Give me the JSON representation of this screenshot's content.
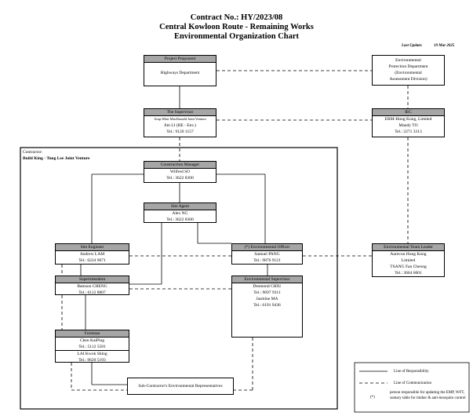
{
  "header": {
    "line1": "Contract No.: HY/2023/08",
    "line2": "Central Kowloon Route - Remaining Works",
    "line3": "Environmental Organization Chart",
    "last_update_label": "Last Update:",
    "last_update_value": "19 Mar 2025"
  },
  "contractor": {
    "label": "Contractor:",
    "name": "Build King - Tung Lee Joint Venture"
  },
  "boxes": {
    "proponent": {
      "title": "Project Proponent",
      "line1": "Highways Department"
    },
    "epd": {
      "line1": "Environmental",
      "line2": "Protection Department",
      "line3": "(Environmental",
      "line4": "Assessment Division)"
    },
    "supervisor": {
      "title": "The Supervisor",
      "line1": "Arup-Mott MacDonald Joint Venture",
      "line2": "Jim LI (RE - Env.)",
      "line3": "Tel.: 9120 1157"
    },
    "iec": {
      "title": "IEC",
      "line1": "ERM-Hong Kong, Limited",
      "line2": "Mandy TO",
      "line3": "Tel.: 2271 3313"
    },
    "construction_manager": {
      "title": "Construction Manager",
      "line1": "Wilfred SO",
      "line2": "Tel.: 3622 8300"
    },
    "site_agent": {
      "title": "Site Agent",
      "line1": "Alex NG",
      "line2": "Tel.: 3622 8300"
    },
    "site_engineer": {
      "title": "Site Engineer",
      "line1": "Andrew LAM",
      "line2": "Tel.: 6224 9671"
    },
    "env_officer": {
      "title": "(*) Environmental Officer",
      "line1": "Samuel PANG",
      "line2": "Tel.: 9876 9121"
    },
    "env_team_leader": {
      "title": "Environmental Team Leader",
      "line1": "Aurecon Hong Kong",
      "line2": "Limited",
      "line3": "TSANG Fan Cheong",
      "line4": "Tel.: 3664 6001"
    },
    "superintendent": {
      "title": "Superintendent",
      "line1": "Bamson CHENG",
      "line2": "Tel.: 6112 8807"
    },
    "env_supervisor": {
      "title": "Environmental Supervisor",
      "line1": "Desmond CHIU",
      "line2": "Tel.: 9697 9311",
      "line3": "Jasmine MA",
      "line4": "Tel.: 6191 9436"
    },
    "foreman": {
      "title": "Foreman",
      "line1": "Chen KaiPing",
      "line2": "Tel.: 5112 5581",
      "line3": "LAI Kwok Shing",
      "line4": "Tel.: 9620 5193"
    },
    "subcontractor": {
      "line1": "Sub-Contractor's Environmental Representatives"
    }
  },
  "legend": {
    "responsibility": "Line of Responsibility",
    "communication": "Line of Communication",
    "note_symbol": "(*)",
    "note_text": "person responsible for updating the EMP, WFT, sumary table for timber & anti-mosquito control"
  }
}
